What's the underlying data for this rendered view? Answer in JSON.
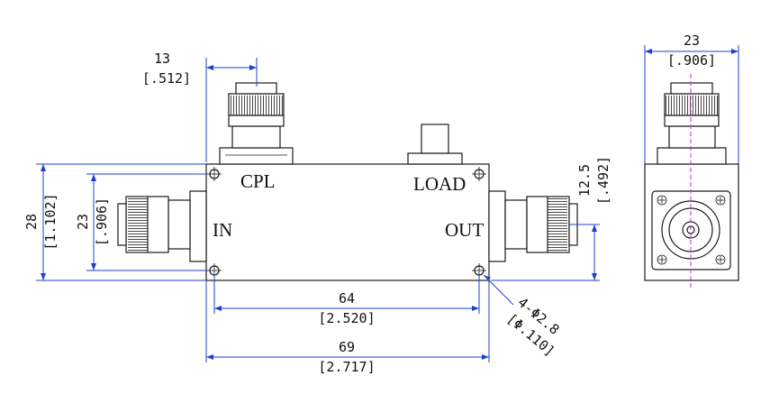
{
  "labels": {
    "cpl": "CPL",
    "load": "LOAD",
    "in": "IN",
    "out": "OUT"
  },
  "dimensions": {
    "conn_offset": {
      "mm": "13",
      "inch": "[.512]"
    },
    "width_side": {
      "mm": "23",
      "inch": "[.906]"
    },
    "height_total": {
      "mm": "28",
      "inch": "[1.102]"
    },
    "height_holes": {
      "mm": "23",
      "inch": "[.906]"
    },
    "out_offset": {
      "mm": "12.5",
      "inch": "[.492]"
    },
    "hole_spacing": {
      "mm": "64",
      "inch": "[2.520]"
    },
    "length_total": {
      "mm": "69",
      "inch": "[2.717]"
    },
    "holes": {
      "spec": "4-Φ2.8",
      "inch": "[Φ.110]"
    }
  },
  "colors": {
    "outline": "#1a1a1a",
    "dimension": "#1f3fd0",
    "centerline": "#d62fb4"
  }
}
